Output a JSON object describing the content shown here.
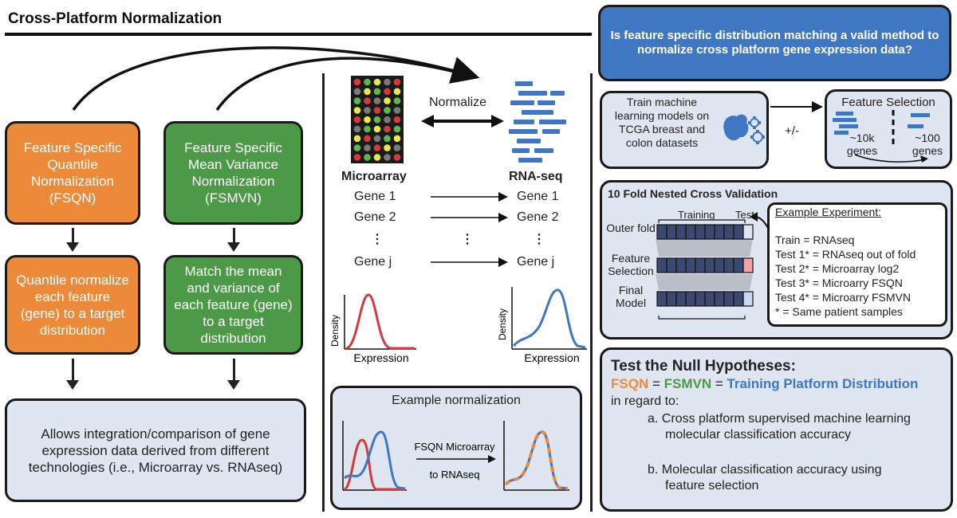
{
  "title": "Cross-Platform Normalization",
  "left": {
    "fsqn_box": "Feature Specific Quantile Normalization (FSQN)",
    "fsmvn_box": "Feature Specific Mean Variance Normalization (FSMVN)",
    "fsqn_step": "Quantile normalize each feature (gene) to a target distribution",
    "fsmvn_step": "Match the mean and variance of each feature (gene) to a target distribution",
    "summary": "Allows integration/comparison of gene expression data derived from different technologies (i.e., Microarray vs. RNAseq)"
  },
  "middle": {
    "normalize_label": "Normalize",
    "microarray_label": "Microarray",
    "rnaseq_label": "RNA-seq",
    "genes_left": [
      "Gene 1",
      "Gene 2",
      "⋮",
      "Gene j"
    ],
    "genes_right": [
      "Gene 1",
      "Gene 2",
      "⋮",
      "Gene j"
    ],
    "density_label": "Density",
    "expression_label": "Expression",
    "example_title": "Example normalization",
    "example_arrow_top": "FSQN Microarray",
    "example_arrow_bottom": "to RNAseq"
  },
  "right": {
    "question": "Is feature specific distribution matching a valid method to normalize cross platform gene expression data?",
    "train_box": "Train machine learning models on TCGA breast and colon datasets",
    "plus_minus": "+/-",
    "feature_selection_title": "Feature Selection",
    "fs_left": "~10k genes",
    "fs_right": "~100 genes",
    "cv_title": "10 Fold Nested Cross Validation",
    "cv_training": "Training",
    "cv_test": "Test",
    "cv_row_labels": [
      "Outer fold",
      "Feature Selection",
      "Final Model"
    ],
    "example_title": "Example Experiment",
    "example_lines": [
      "Train = RNAseq",
      "Test 1* = RNAseq out of fold",
      "Test 2* = Microarray log2",
      "Test 3* = Microarry FSQN",
      "Test 4* = Microarry FSMVN",
      "* = Same patient samples"
    ],
    "null_title": "Test the Null Hypotheses:",
    "null_fsqn": "FSQN",
    "null_eq": " = ",
    "null_fsmvn": "FSMVN",
    "null_training": "Training Platform Distribution",
    "null_regard": "in regard to:",
    "null_a": "a.  Cross platform supervised machine learning molecular classification accuracy",
    "null_b": "b.  Molecular classification accuracy using feature selection"
  },
  "colors": {
    "orange": "#ec8a3a",
    "green": "#4c9a47",
    "blue": "#3f77c2",
    "red": "#d43a3a",
    "pale": "#dfe6f2"
  }
}
